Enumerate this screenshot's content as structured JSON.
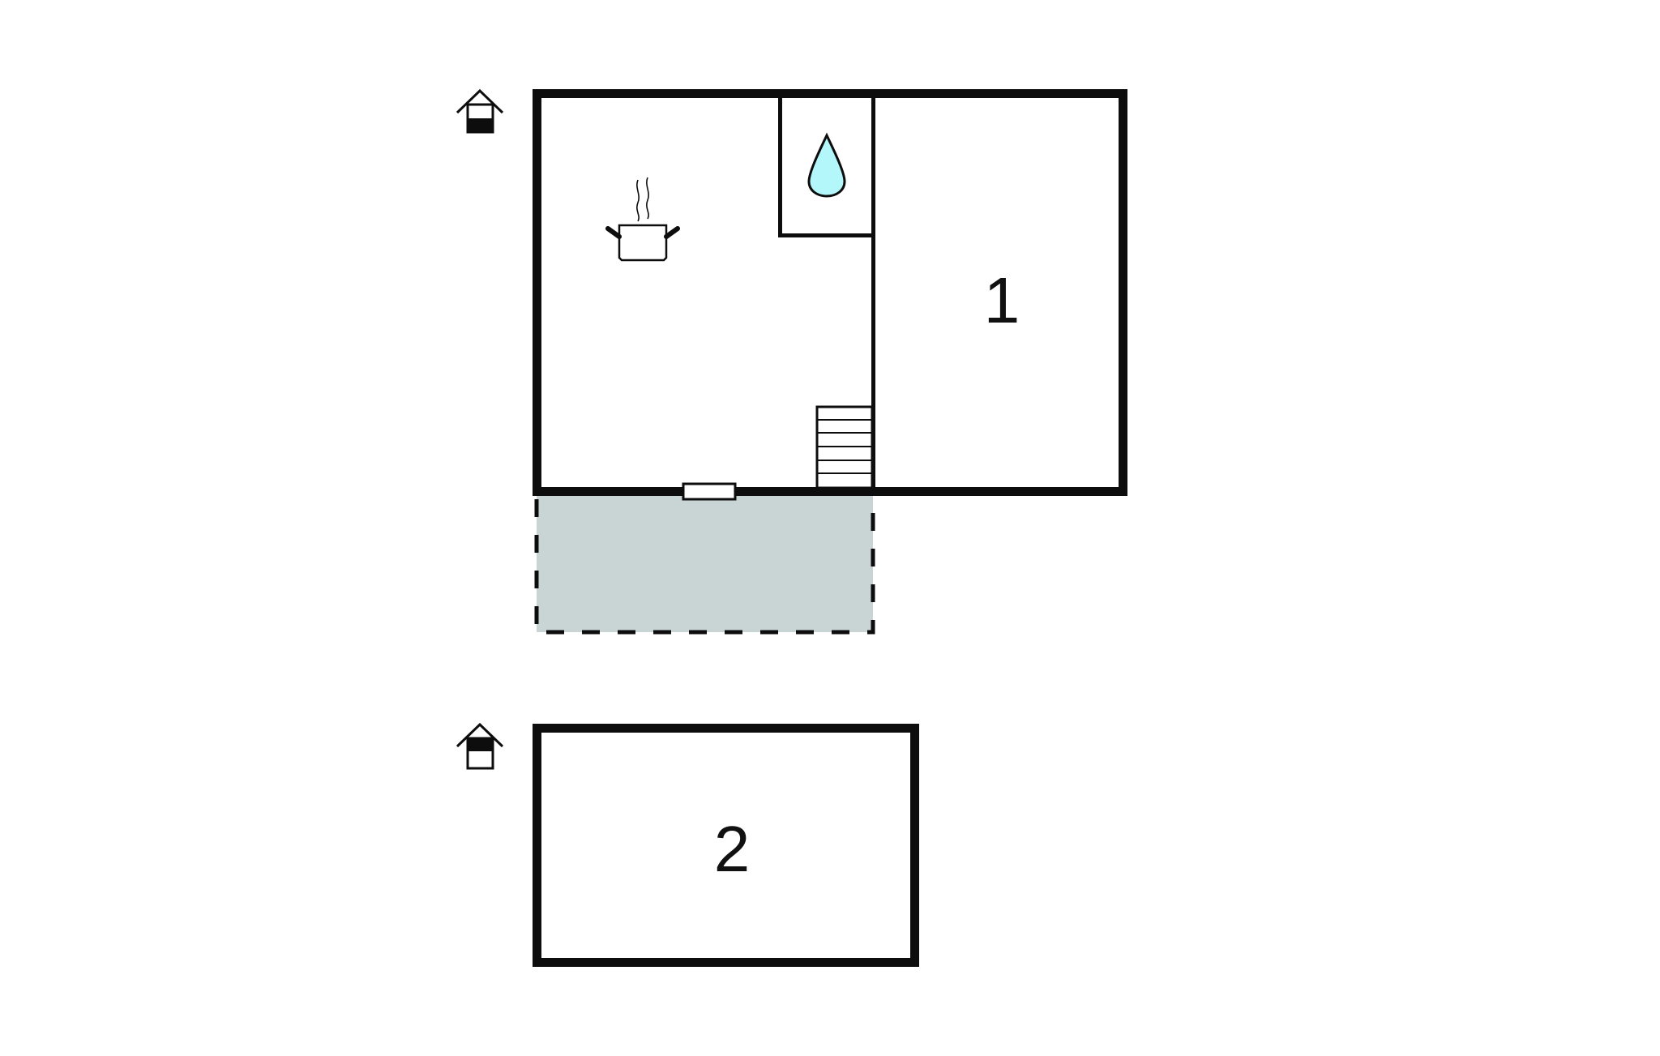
{
  "floorplan": {
    "colors": {
      "wall": "#0d0d0d",
      "background": "#ffffff",
      "terrace_fill": "#c9d5d5",
      "water_drop_fill": "#b3f7fb"
    },
    "floors": [
      {
        "id": "ground-floor",
        "floor_icon": "house-ground-floor-icon",
        "rooms": [
          {
            "type": "kitchen-living",
            "icon": "cooking-pot-icon",
            "label": ""
          },
          {
            "type": "bathroom",
            "icon": "water-drop-icon",
            "label": ""
          },
          {
            "type": "staircase",
            "icon": "stairs-icon",
            "label": "",
            "steps": 6
          },
          {
            "type": "bedroom",
            "label": "1"
          },
          {
            "type": "terrace",
            "label": ""
          }
        ],
        "door": "entrance-door"
      },
      {
        "id": "upper-floor",
        "floor_icon": "house-upper-floor-icon",
        "rooms": [
          {
            "type": "bedroom",
            "label": "2"
          }
        ]
      }
    ]
  }
}
